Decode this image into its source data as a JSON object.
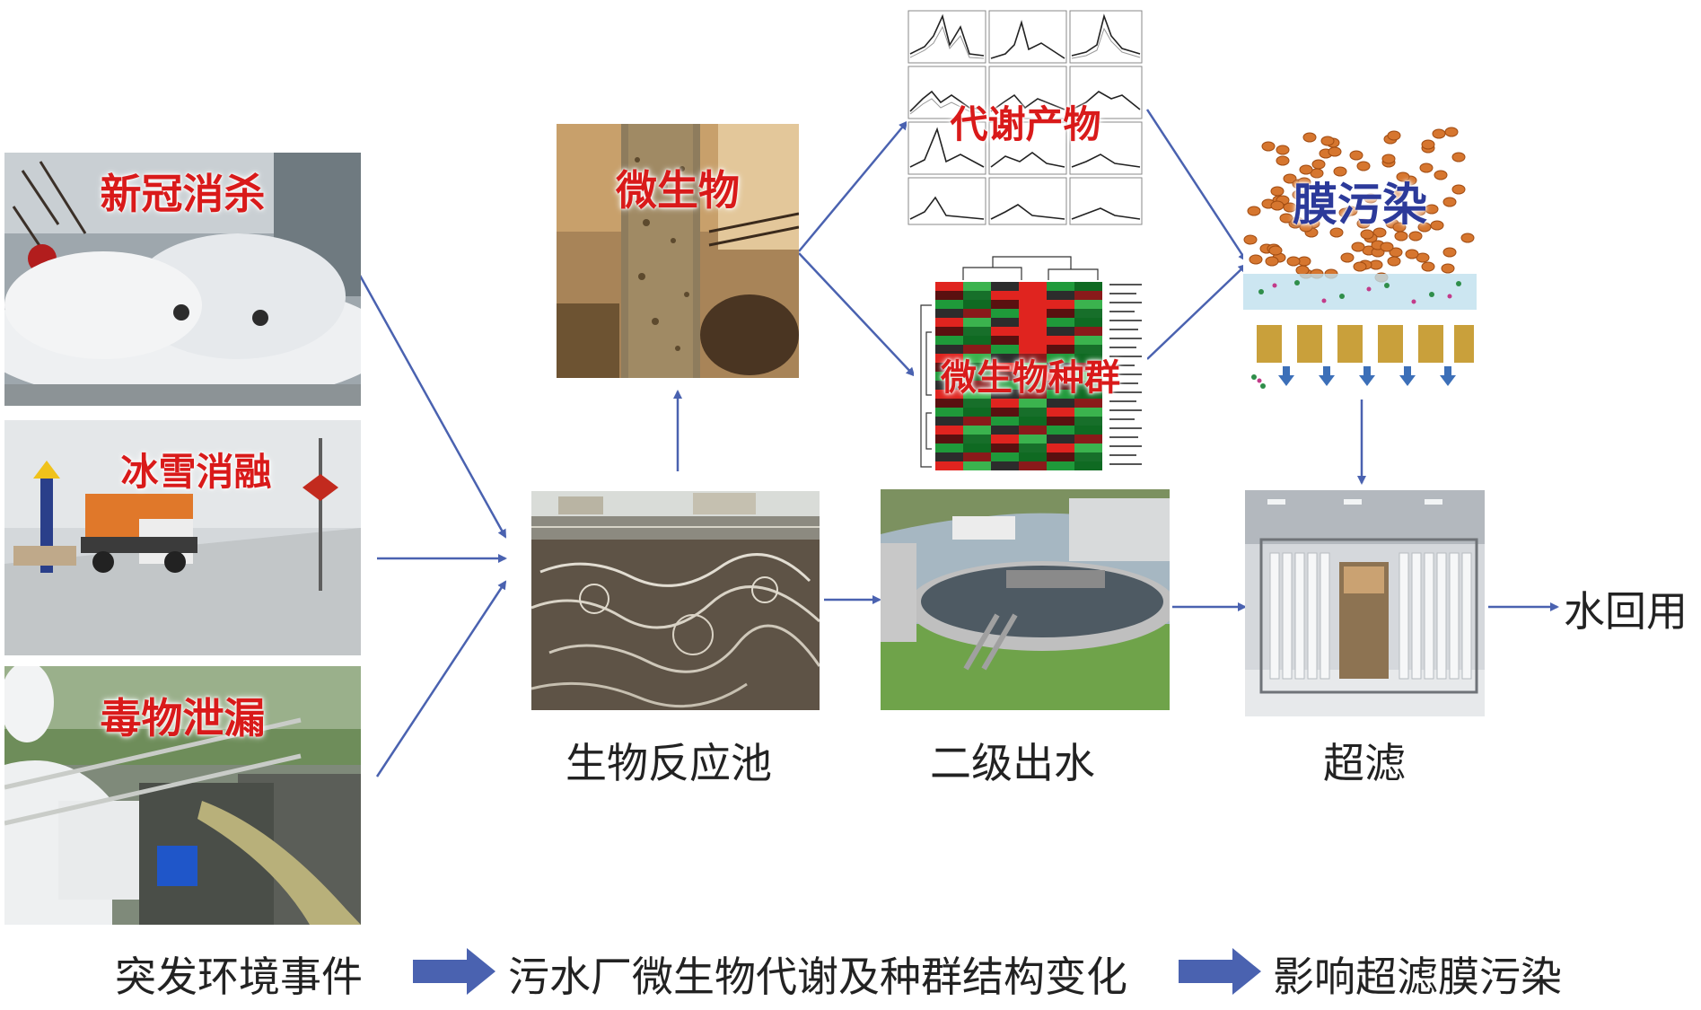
{
  "events": {
    "covid": "新冠消杀",
    "snow": "冰雪消融",
    "toxic": "毒物泄漏"
  },
  "process": {
    "bioreactor": "生物反应池",
    "secondary": "二级出水",
    "uf": "超滤",
    "reuse": "水回用"
  },
  "analysis": {
    "microbes": "微生物",
    "metabolites": "代谢产物",
    "community": "微生物种群",
    "fouling": "膜污染"
  },
  "summary": {
    "step1": "突发环境事件",
    "step2": "污水厂微生物代谢及种群结构变化",
    "step3": "影响超滤膜污染"
  },
  "colors": {
    "arrow": "#4a62b0",
    "big_arrow": "#4a62b0",
    "label_red": "#d91a1a",
    "fouling_blue": "#2c3a9a"
  }
}
